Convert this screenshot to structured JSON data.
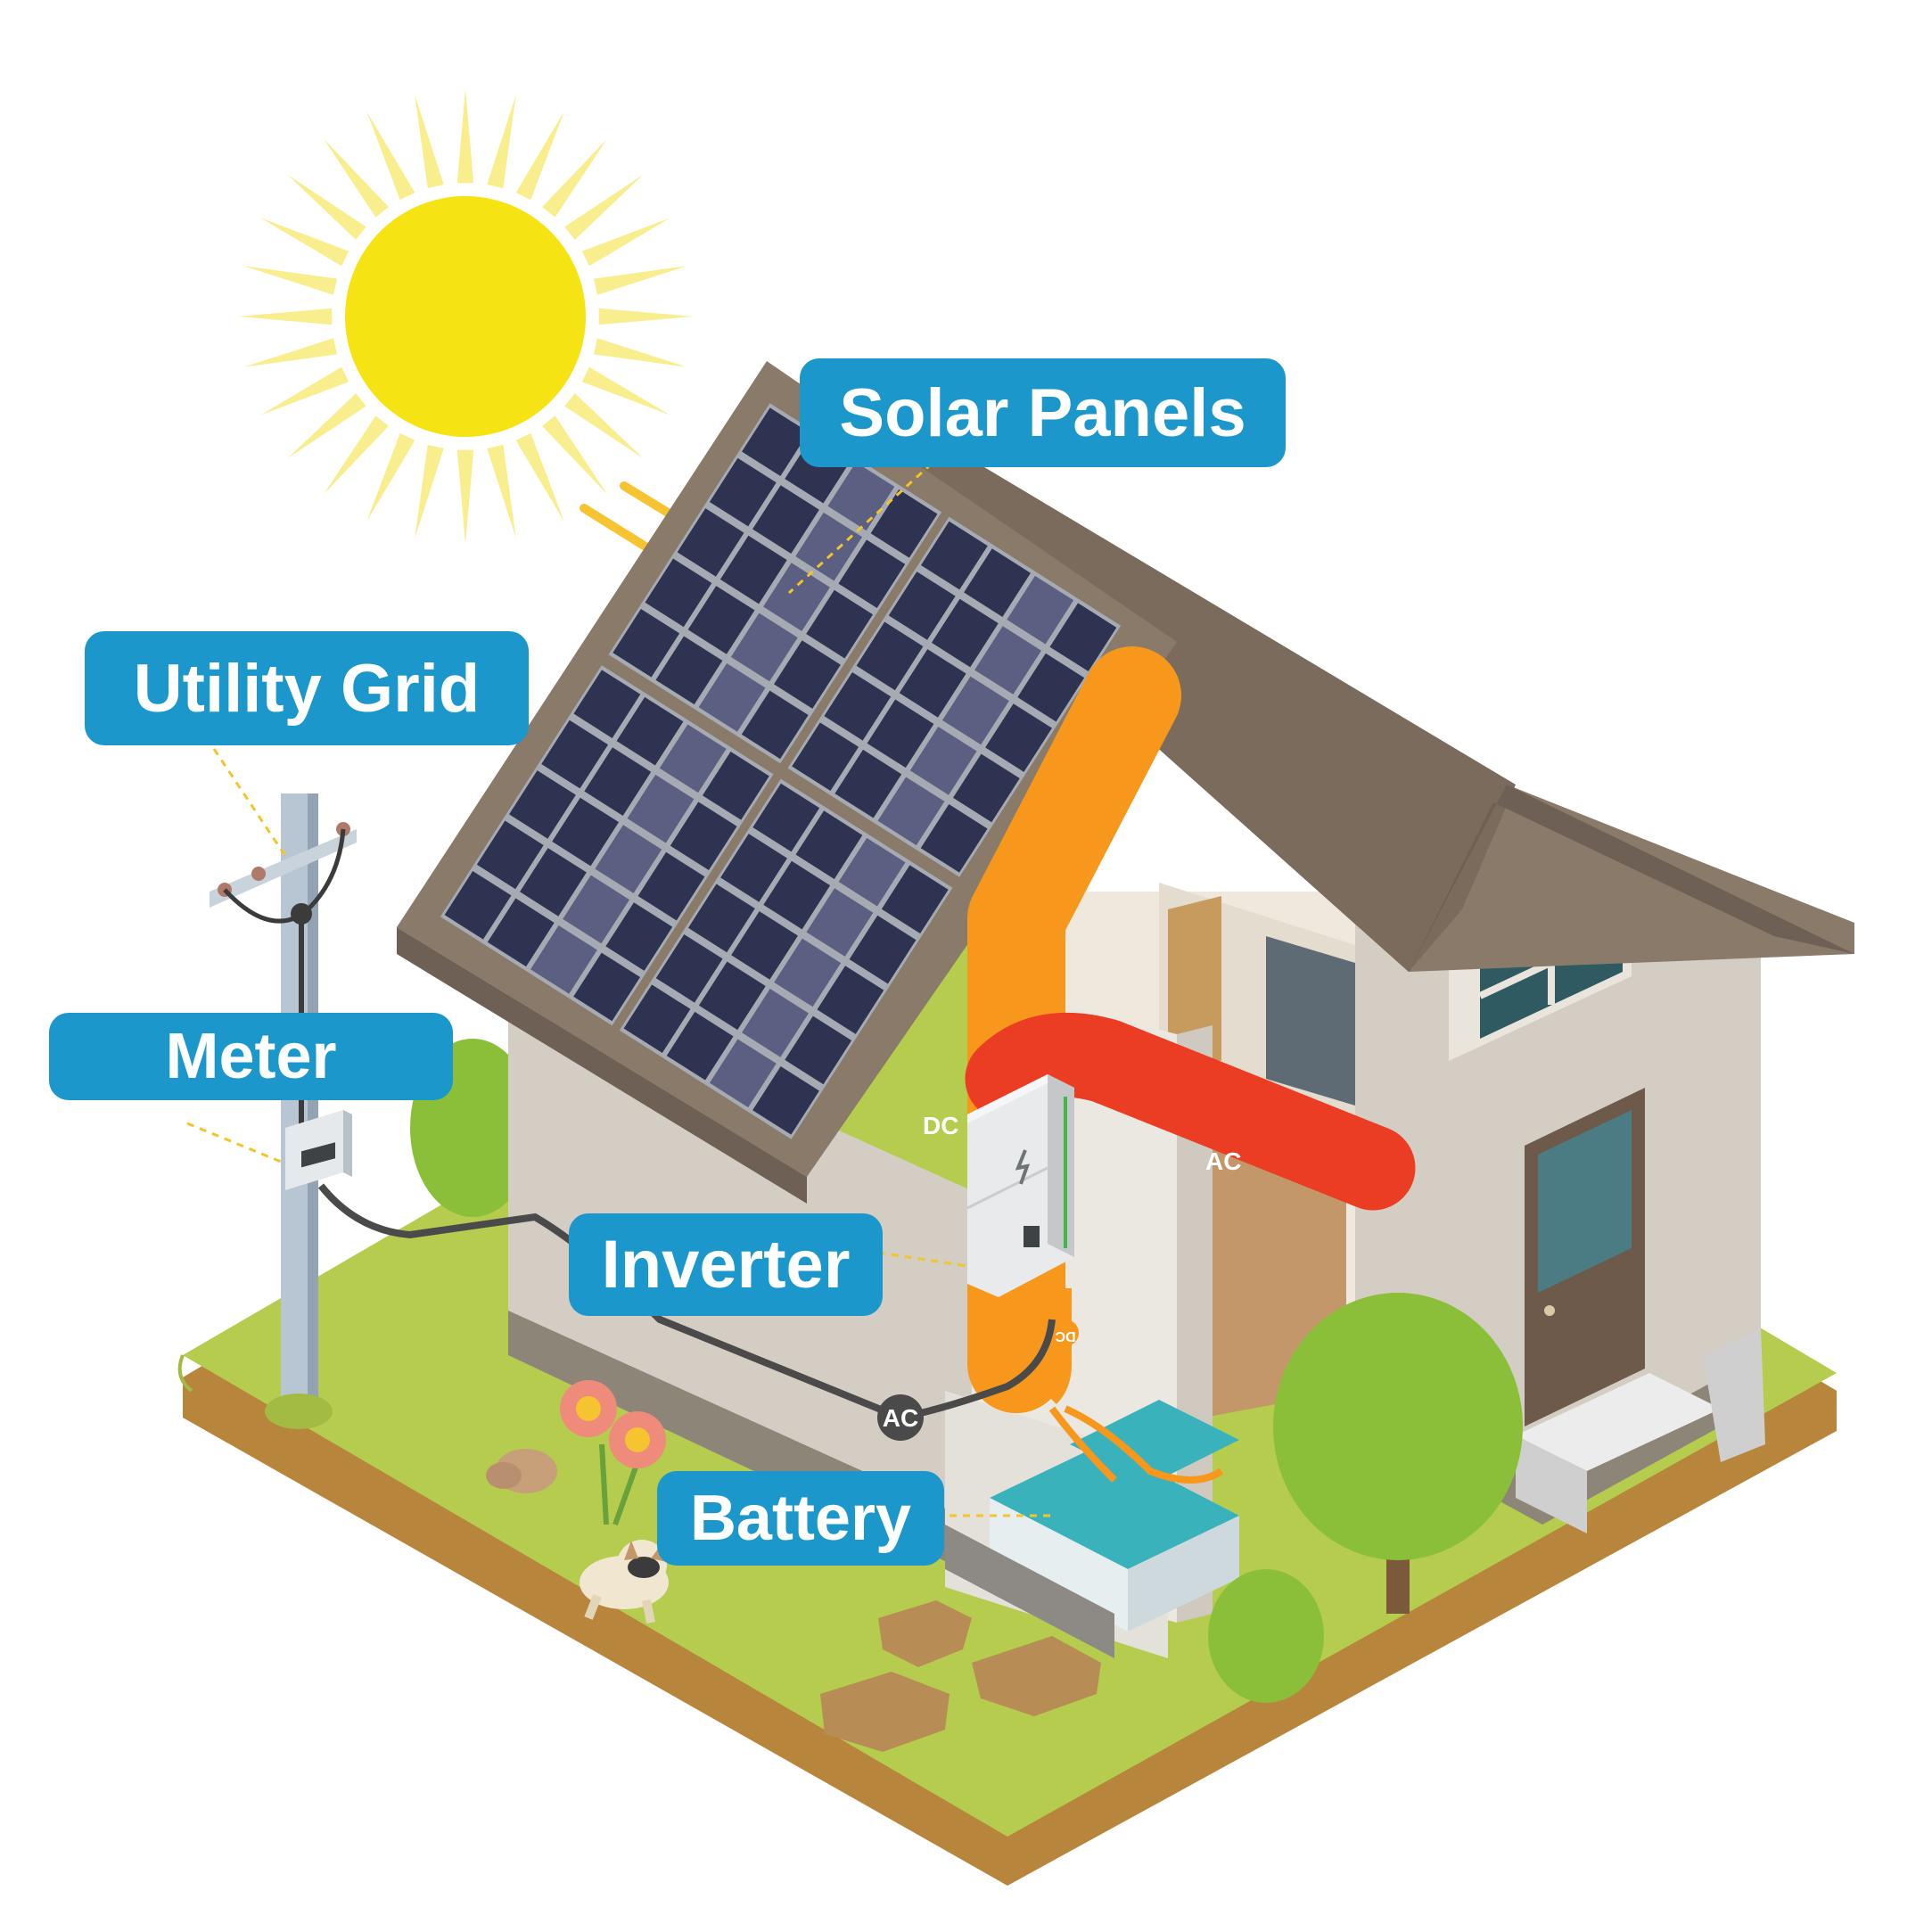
{
  "labels": {
    "solar_panels": "Solar Panels",
    "utility_grid": "Utility Grid",
    "meter": "Meter",
    "inverter": "Inverter",
    "battery": "Battery"
  },
  "flow_labels": {
    "dc_main": "DC",
    "ac_main": "AC",
    "ac_node": "AC",
    "dc_small": "DC"
  },
  "colors": {
    "label_bg": "#1b97cc",
    "dc_cable": "#f7981d",
    "ac_cable": "#ea3d24",
    "grass": "#b5cc4e",
    "ground_edge": "#c18a3f",
    "sun": "#f6e314",
    "sun_rays": "#f8ee8d",
    "roof": "#8a7a6a",
    "wall": "#d4cdc3",
    "panel": "#2d3350",
    "leader_line": "#f3c42b"
  },
  "icons": [
    "sun-icon",
    "sun-ray-arrow-icon",
    "utility-pole-icon",
    "meter-icon",
    "inverter-icon",
    "battery-icon",
    "tree-icon",
    "flower-icon",
    "dog-icon"
  ]
}
